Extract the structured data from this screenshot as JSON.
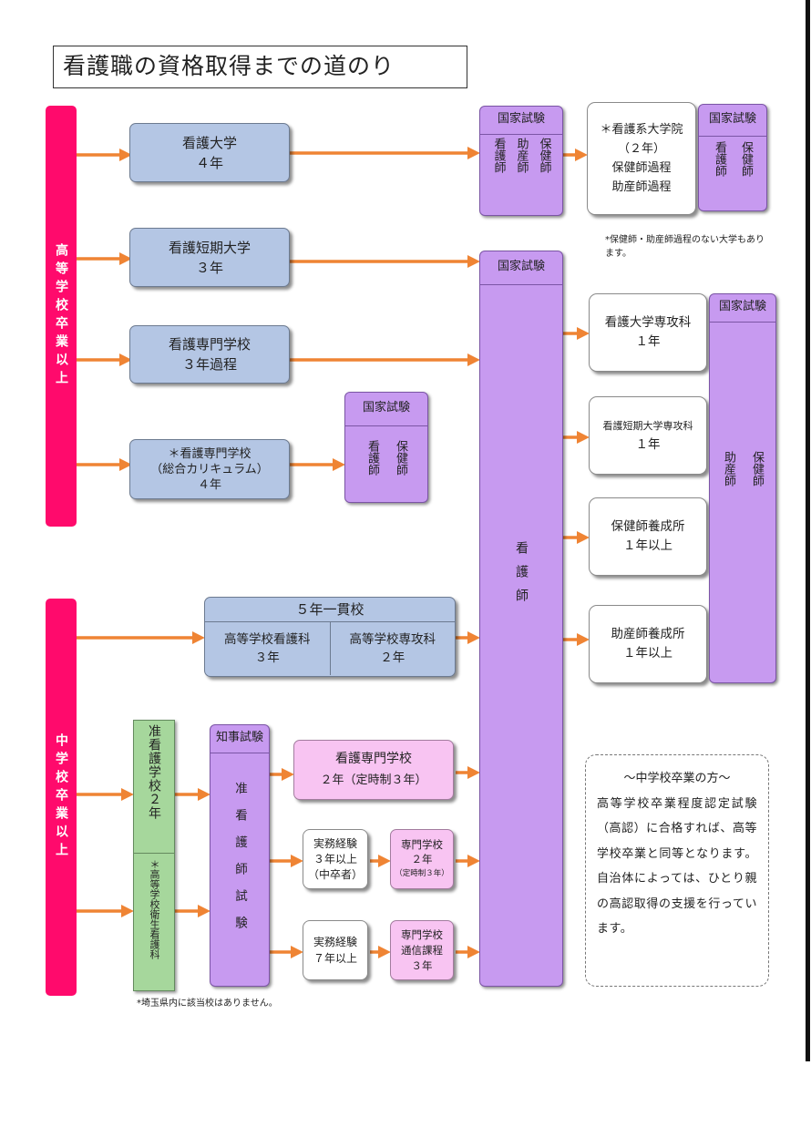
{
  "title": "看護職の資格取得までの道のり",
  "side": {
    "high_school": "高等学校卒業以上",
    "junior_high": "中学校卒業以上"
  },
  "routes": {
    "univ": {
      "name": "看護大学",
      "years": "４年"
    },
    "junior_college": {
      "name": "看護短期大学",
      "years": "３年"
    },
    "vocational": {
      "name": "看護専門学校",
      "years": "３年過程"
    },
    "integrated": {
      "line1": "＊看護専門学校",
      "line2": "（総合カリキュラム）",
      "line3": "４年"
    },
    "five_year": {
      "title": "５年一貫校",
      "left_name": "高等学校看護科",
      "left_years": "３年",
      "right_name": "高等学校専攻科",
      "right_years": "２年"
    }
  },
  "exams": {
    "national": "国家試験",
    "prefectural": "知事試験",
    "top_cols": [
      "看護師",
      "助産師",
      "保健師"
    ],
    "grad_cols": [
      "看護師",
      "保健師"
    ],
    "integrated_cols": [
      "看護師",
      "保健師"
    ],
    "right_cols": [
      "助産師",
      "保健師"
    ],
    "nurse": "看護師",
    "assistant_nurse": "准看護師試験"
  },
  "grad_school": {
    "line1": "＊看護系大学院",
    "line2": "（２年）",
    "line3": "保健師過程",
    "line4": "助産師過程"
  },
  "grad_note": "*保健師・助産師過程のない大学もあります。",
  "post": [
    {
      "name": "看護大学専攻科",
      "years": "１年"
    },
    {
      "name": "看護短期大学専攻科",
      "years": "１年"
    },
    {
      "name": "保健師養成所",
      "years": "１年以上"
    },
    {
      "name": "助産師養成所",
      "years": "１年以上"
    }
  ],
  "assistant": {
    "school": "准看護学校２年",
    "hs_health": "＊高等学校衛生看護科"
  },
  "bottom": {
    "vocational_name": "看護専門学校",
    "vocational_years": "２年（定時制３年）",
    "exp1_line1": "実務経験",
    "exp1_line2": "３年以上",
    "exp1_line3": "（中卒者）",
    "school2_line1": "専門学校",
    "school2_line2": "２年",
    "school2_line3": "（定時制３年）",
    "exp2_line1": "実務経験",
    "exp2_line2": "７年以上",
    "corr_line1": "専門学校",
    "corr_line2": "通信課程",
    "corr_line3": "３年"
  },
  "junior_note": {
    "heading": "～中学校卒業の方～",
    "body": "高等学校卒業程度認定試験（高認）に合格すれば、高等学校卒業と同等となります。自治体によっては、ひとり親の高認取得の支援を行っています。"
  },
  "footnote": "*埼玉県内に該当校はありません。",
  "colors": {
    "pink_bar": "#ff0a6c",
    "blue_box": "#b4c6e4",
    "purple_box": "#c79af0",
    "light_pink_box": "#f8c4f2",
    "green_box": "#a6d79c",
    "arrow": "#ef8434"
  }
}
